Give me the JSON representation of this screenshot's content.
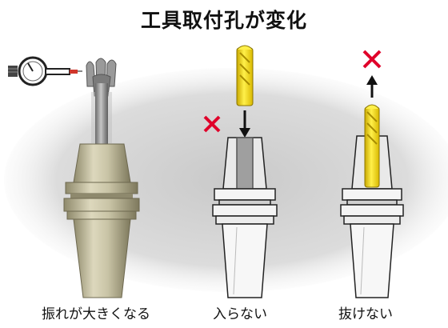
{
  "title": "工具取付孔が変化",
  "captions": [
    "振れが大きくなる",
    "入らない",
    "抜けない"
  ],
  "colors": {
    "cross_mark": "#e0002a",
    "end_mill": "#f2d900",
    "tool_holder_left": "#c8c3a4",
    "background_blob": "#d4d4d4"
  },
  "icons": {
    "gauge": "dial-indicator-icon",
    "cross": "x-mark-icon",
    "arrow_down": "arrow-down-icon",
    "arrow_up": "arrow-up-icon"
  }
}
